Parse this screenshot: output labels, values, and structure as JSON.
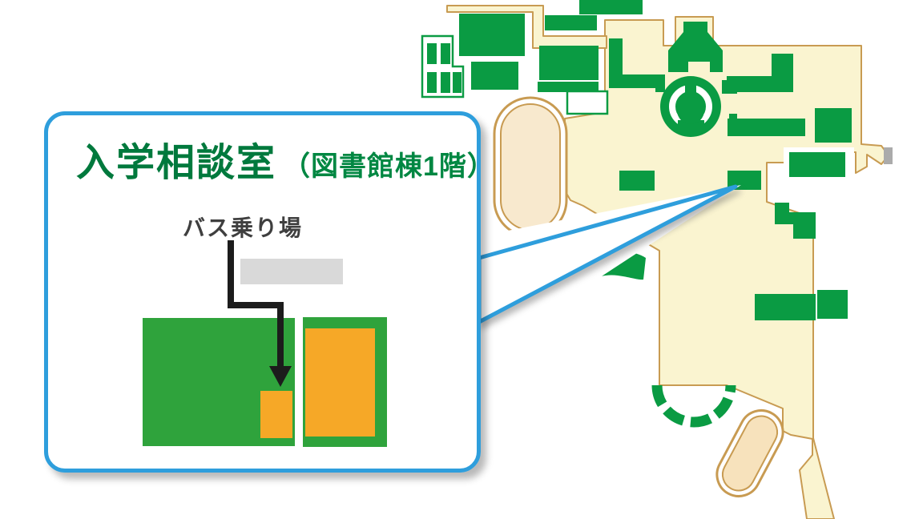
{
  "callout": {
    "title": "入学相談室",
    "subtitle": "（図書館棟1階）",
    "bus_stop_label": "バス乗り場"
  },
  "colors": {
    "accent_blue": "#2E9EDC",
    "map_green": "#0A9B43",
    "mini_green": "#2FA33C",
    "title_green": "#00793D",
    "subtitle_green": "#008742",
    "campus_cream": "#FAF4D0",
    "border_tan": "#C89B52",
    "track_infield": "#F8E9CE",
    "sub_track_infield": "#F7E2BC",
    "highlight_orange": "#F6A827",
    "road_gray": "#D9D9D9",
    "arrow_black": "#1C1C1C",
    "label_gray": "#3F3F3F",
    "marker_gray": "#ABABAB"
  }
}
